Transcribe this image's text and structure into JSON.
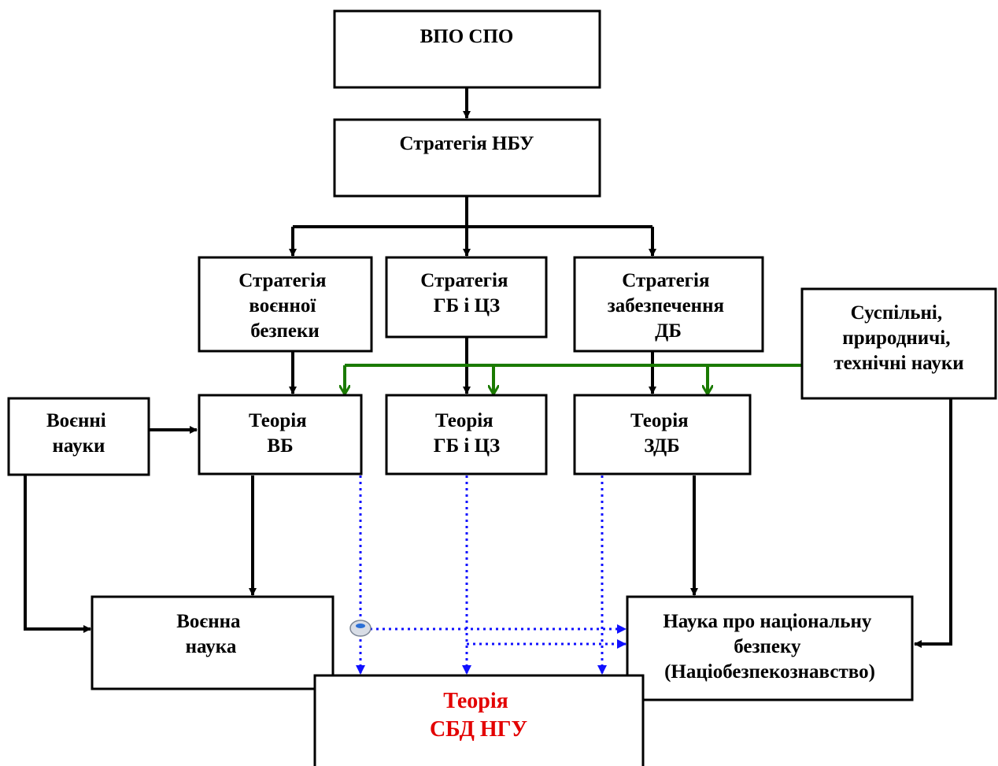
{
  "nodes": {
    "vpo_spo": {
      "lines": [
        "ВПО СПО"
      ]
    },
    "strategy_nbu": {
      "lines": [
        "Стратегія НБУ"
      ]
    },
    "strategy_military_security": {
      "lines": [
        "Стратегія",
        "воєнної",
        "безпеки"
      ]
    },
    "strategy_gb_cz": {
      "lines": [
        "Стратегія",
        "ГБ і ЦЗ"
      ]
    },
    "strategy_db": {
      "lines": [
        "Стратегія",
        "забезпечення",
        "ДБ"
      ]
    },
    "social_sciences": {
      "lines": [
        "Суспільні,",
        "природничі,",
        "технічні науки"
      ]
    },
    "military_sciences": {
      "lines": [
        "Воєнні",
        "науки"
      ]
    },
    "theory_vb": {
      "lines": [
        "Теорія",
        "ВБ"
      ]
    },
    "theory_gb_cz": {
      "lines": [
        "Теорія",
        "ГБ і ЦЗ"
      ]
    },
    "theory_zdb": {
      "lines": [
        "Теорія",
        "ЗДБ"
      ]
    },
    "military_science": {
      "lines": [
        "Воєнна",
        "наука"
      ]
    },
    "national_security_science": {
      "lines": [
        "Наука про національну",
        "безпеку",
        "(Націобезпекознавство)"
      ]
    },
    "theory_sbd_ngu": {
      "lines": [
        "Теорія",
        "СБД НГУ"
      ]
    }
  },
  "colors": {
    "hierarchy": "#000000",
    "science_links": "#1a7a00",
    "theory_links": "#1010ff",
    "highlight_text": "#e30000"
  }
}
